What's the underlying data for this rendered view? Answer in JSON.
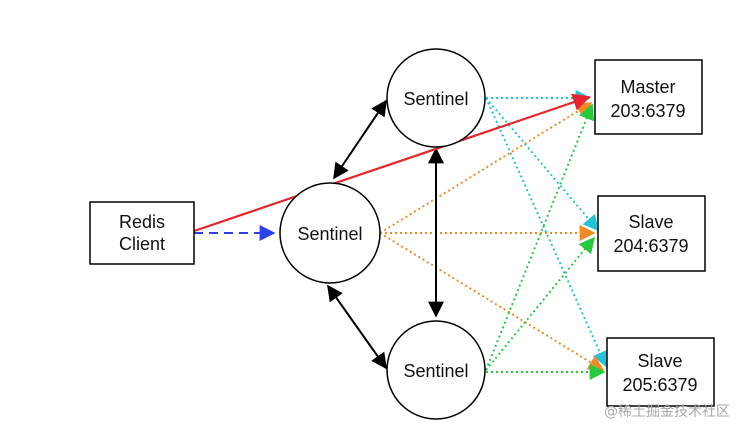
{
  "colors": {
    "stroke": "#000000",
    "red_link": "#e8242a",
    "blue_link": "#2f3fe8",
    "orange_link": "#f08a24",
    "green_link": "#27c93f",
    "cyan_link": "#22c3d6"
  },
  "nodes": {
    "client": {
      "line1": "Redis",
      "line2": "Client"
    },
    "sentinel_top": {
      "label": "Sentinel"
    },
    "sentinel_mid": {
      "label": "Sentinel"
    },
    "sentinel_bottom": {
      "label": "Sentinel"
    },
    "master": {
      "line1": "Master",
      "line2": "203:6379"
    },
    "slave_1": {
      "line1": "Slave",
      "line2": "204:6379"
    },
    "slave_2": {
      "line1": "Slave",
      "line2": "205:6379"
    }
  },
  "watermark": "@稀土掘金技术社区"
}
